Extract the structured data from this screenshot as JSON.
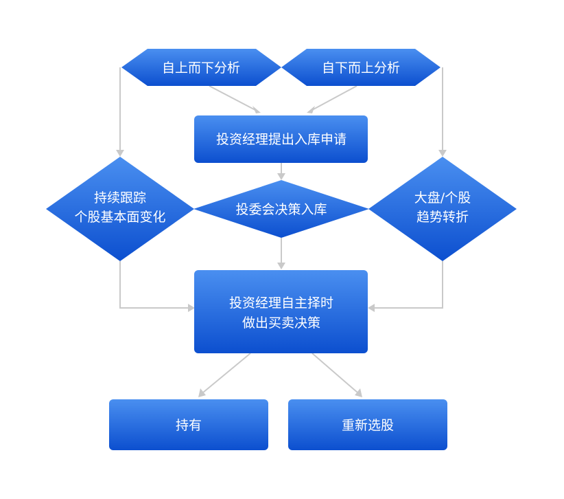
{
  "diagram": {
    "top_left_hexagon": "自上而下分析",
    "top_right_hexagon": "自下而上分析",
    "apply_box": "投资经理提出入库申请",
    "left_diamond": {
      "line1": "持续跟踪",
      "line2": "个股基本面变化"
    },
    "center_diamond": "投委会决策入库",
    "right_diamond": {
      "line1": "大盘/个股",
      "line2": "趋势转折"
    },
    "decision_box": {
      "line1": "投资经理自主择时",
      "line2": "做出买卖决策"
    },
    "hold_box": "持有",
    "reselect_box": "重新选股"
  },
  "colors": {
    "node_top": "#4a8ff0",
    "node_bottom": "#0c4fcf",
    "connector": "#c9c9c9",
    "text": "#ffffff"
  }
}
